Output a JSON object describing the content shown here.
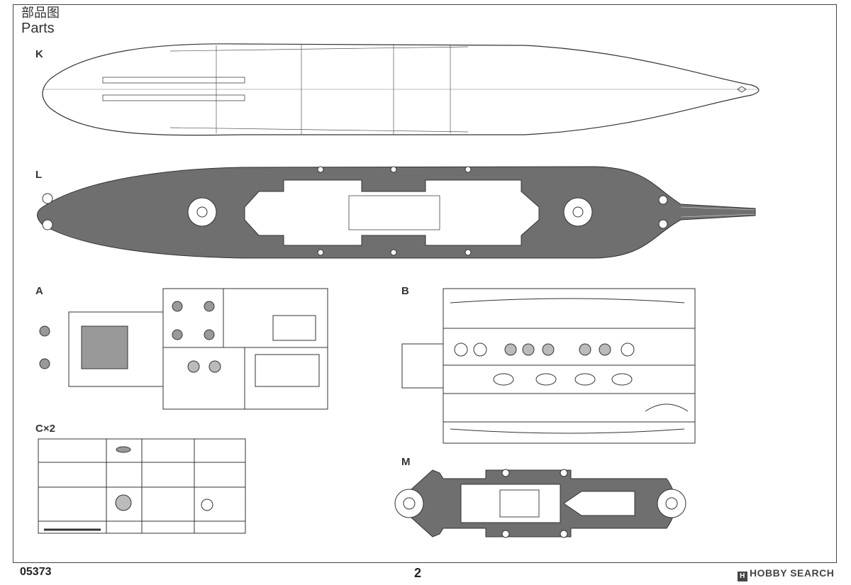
{
  "header": {
    "title_cn": "部品图",
    "title_en": "Parts"
  },
  "sections": {
    "k": "K",
    "l": "L",
    "a": "A",
    "b": "B",
    "c": "C×2",
    "m": "M"
  },
  "footer": {
    "code": "05373",
    "page": "2"
  },
  "watermark": {
    "icon": "H",
    "text": "HOBBY SEARCH"
  },
  "colors": {
    "line": "#333333",
    "deck": "#6f6f6f",
    "paper": "#ffffff"
  }
}
